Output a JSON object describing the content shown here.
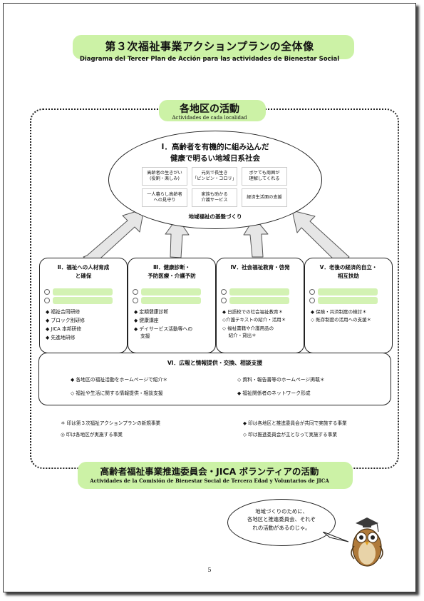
{
  "page": {
    "title": "第３次福祉事業アクションプランの全体像",
    "subtitle": "Diagrama del Tercer Plan de Acción para las actividades de Bienestar Social",
    "page_number": "5"
  },
  "local_section": {
    "title": "各地区の活動",
    "subtitle": "Actividades de cada localidad"
  },
  "goal": {
    "line1": "Ⅰ．高齢者を有機的に組み込んだ",
    "line2": "健康で明るい地域日系社会",
    "cells": [
      "高齢者の生きがい\n(役割・楽しみ)",
      "元気で長生き\n「ピンピン・コロリ」",
      "ボケても周囲が\n理解してくれる",
      "一人暮らし高齢者\nへの見守り",
      "家族も助かる\n介護サービス",
      "経済生活面の支援"
    ],
    "footer": "地域福祉の基盤づくり"
  },
  "pillars": [
    {
      "title": "Ⅱ．福祉への人材育成\nと確保",
      "items": [
        "◆ 福祉合同研修",
        "◆ ブロック別研修",
        "◆ JICA 本邦研修",
        "◆ 先進地研修"
      ]
    },
    {
      "title": "Ⅲ．健康診断・\n予防医療・介護予防",
      "items": [
        "◆ 定期健康診断",
        "◆ 健康講座",
        "◆ デイサービス活動等への\n　 支援"
      ]
    },
    {
      "title": "Ⅳ．社会福祉教育・啓発",
      "items": [
        "◆ 日語校での社会福祉教育＊",
        "◇介護テキストの紹介・活用＊",
        "◇ 福祉書籍や介護用品の\n　 紹介・貸出＊"
      ]
    },
    {
      "title": "Ⅴ．老後の経済的自立・\n相互扶助",
      "items": [
        "◆ 保険・共済制度の検討＊",
        "◇ 既存制度の活用への支援＊"
      ]
    }
  ],
  "support": {
    "title": "Ⅵ．広報と情報提供・交換、相談支援",
    "items": [
      "◆ 各地区の福祉活動をホームページで紹介＊",
      "◇ 資料・報告書等のホームページ掲載＊",
      "◇ 福祉や生活に関する情報提供・相談支援",
      "◆ 福祉関係者のネットワーク形成"
    ]
  },
  "legend": {
    "new": "＊ 印は第３次福祉アクションプランの新規事業",
    "district": "◎ 印は各地区が実施する事業",
    "joint": "◆ 印は各地区と推進委員会が共同で実施する事業",
    "committee": "◇ 印は推進委員会が主となって実施する事業"
  },
  "committee_section": {
    "title": "高齢者福祉事業推進委員会・JICA ボランティアの活動",
    "subtitle": "Actividades de la Comisión de Bienestar Social de Tercera Edad y Voluntarios de JICA"
  },
  "bubble": {
    "text": "地域づくりのために、\n各地区と推進委員会、それぞ\nれの活動があるのじゃ。"
  },
  "colors": {
    "highlight": "#ccf2a6",
    "placeholder": "#d3f2b3",
    "arrow_fill": "#e6e6e6"
  }
}
